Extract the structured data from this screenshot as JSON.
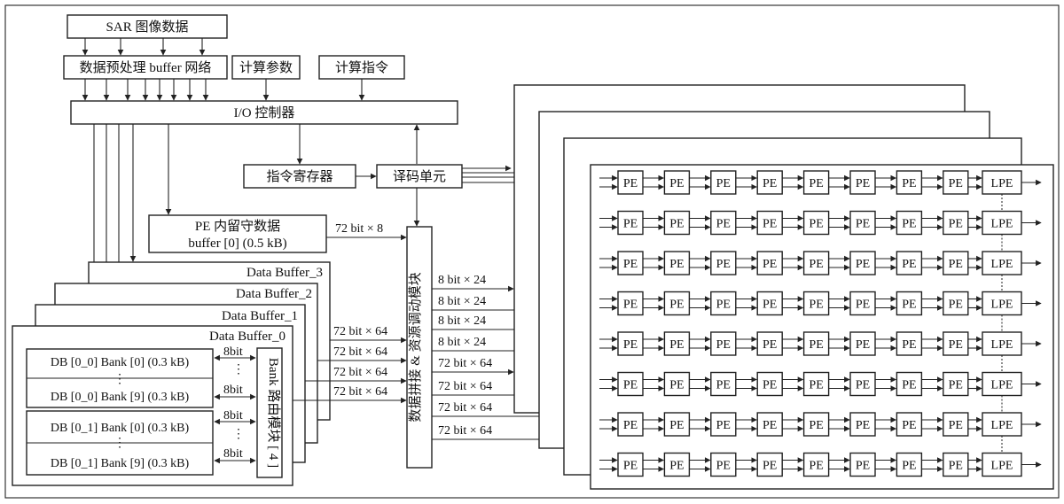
{
  "blocks": {
    "sar_input": "SAR 图像数据",
    "preprocess": "数据预处理 buffer 网络",
    "calc_params": "计算参数",
    "calc_instr": "计算指令",
    "io_controller": "I/O 控制器",
    "instr_register": "指令寄存器",
    "decode_unit": "译码单元",
    "pe_buffer_line1": "PE 内留守数据",
    "pe_buffer_line2": "buffer [0] (0.5 kB)",
    "bank_router": "Bank 路由模块 [ 4 ]",
    "data_arrange": "数据拼接 & 资源调动模块"
  },
  "data_buffers": [
    "Data Buffer_3",
    "Data Buffer_2",
    "Data Buffer_1",
    "Data Buffer_0"
  ],
  "banks": [
    "DB [0_0] Bank [0] (0.3 kB)",
    "DB [0_0] Bank [9] (0.3 kB)",
    "DB [0_1] Bank [0] (0.3 kB)",
    "DB [0_1] Bank [9] (0.3 kB)"
  ],
  "labels": {
    "bit8": "8bit",
    "ellipsis": "⋮",
    "pe_buf_width": "72 bit × 8",
    "bank_widths": [
      "72 bit × 64",
      "72 bit × 64",
      "72 bit × 64",
      "72 bit × 64"
    ],
    "out_widths": [
      "8 bit × 24",
      "8 bit × 24",
      "8 bit × 24",
      "8 bit × 24",
      "72 bit × 64",
      "72 bit × 64",
      "72 bit × 64",
      "72 bit × 64"
    ]
  },
  "pe_array": {
    "rows": 8,
    "pe_per_row": 8,
    "pe_label": "PE",
    "lpe_label": "LPE"
  }
}
